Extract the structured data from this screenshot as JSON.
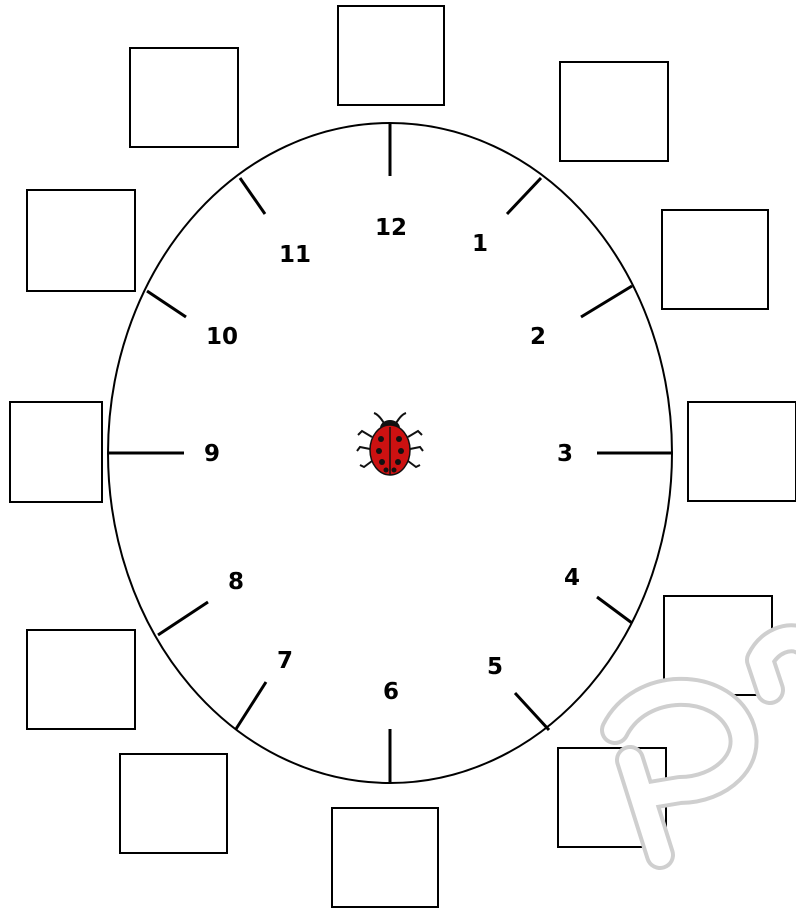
{
  "clock": {
    "hours": [
      "12",
      "1",
      "2",
      "3",
      "4",
      "5",
      "6",
      "7",
      "8",
      "9",
      "10",
      "11"
    ],
    "center_icon": "ladybug-icon",
    "answer_box_count": 12
  },
  "watermark": {
    "text": "Pr"
  },
  "colors": {
    "ladybug_body": "#cc1111",
    "ladybug_head": "#111111",
    "watermark": "#cfcfcf"
  }
}
